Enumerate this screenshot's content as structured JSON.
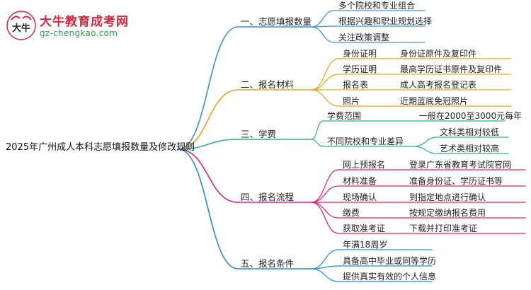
{
  "logo": {
    "title": "大牛教育成考网",
    "url": "gz-chengkao.com",
    "mark_text": "大牛"
  },
  "root": "2025年广州成人本科志愿填报数量及修改规则",
  "branches": [
    {
      "label": "一、志愿填报数量",
      "color": "#3b8fd9",
      "children": [
        {
          "label": "多个院校和专业组合"
        },
        {
          "label": "根据兴趣和职业规划选择"
        },
        {
          "label": "关注政策调整"
        }
      ]
    },
    {
      "label": "二、报名材料",
      "color": "#e5a321",
      "children": [
        {
          "label": "身份证明",
          "leaf": "身份证原件及复印件"
        },
        {
          "label": "学历证明",
          "leaf": "最高学历证书原件及复印件"
        },
        {
          "label": "报名表",
          "leaf": "成人高考报名登记表"
        },
        {
          "label": "照片",
          "leaf": "近期蓝底免冠照片"
        }
      ]
    },
    {
      "label": "三、学费",
      "color": "#2bb08a",
      "children": [
        {
          "label": "学费范围",
          "leaf": "一般在2000至3000元每年"
        },
        {
          "label": "不同院校和专业差异",
          "leaves": [
            "文科类相对较低",
            "艺术类相对较高"
          ]
        }
      ]
    },
    {
      "label": "四、报名流程",
      "color": "#e0207a",
      "children": [
        {
          "label": "网上预报名",
          "leaf": "登录广东省教育考试院官网"
        },
        {
          "label": "材料准备",
          "leaf": "准备身份证、学历证书等"
        },
        {
          "label": "现场确认",
          "leaf": "到指定地点进行确认"
        },
        {
          "label": "缴费",
          "leaf": "按规定缴纳报名费用"
        },
        {
          "label": "获取准考证",
          "leaf": "下载并打印准考证"
        }
      ]
    },
    {
      "label": "五、报名条件",
      "color": "#2f86d6",
      "children": [
        {
          "label": "年满18周岁"
        },
        {
          "label": "具备高中毕业或同等学历"
        },
        {
          "label": "提供真实有效的个人信息"
        }
      ]
    }
  ]
}
